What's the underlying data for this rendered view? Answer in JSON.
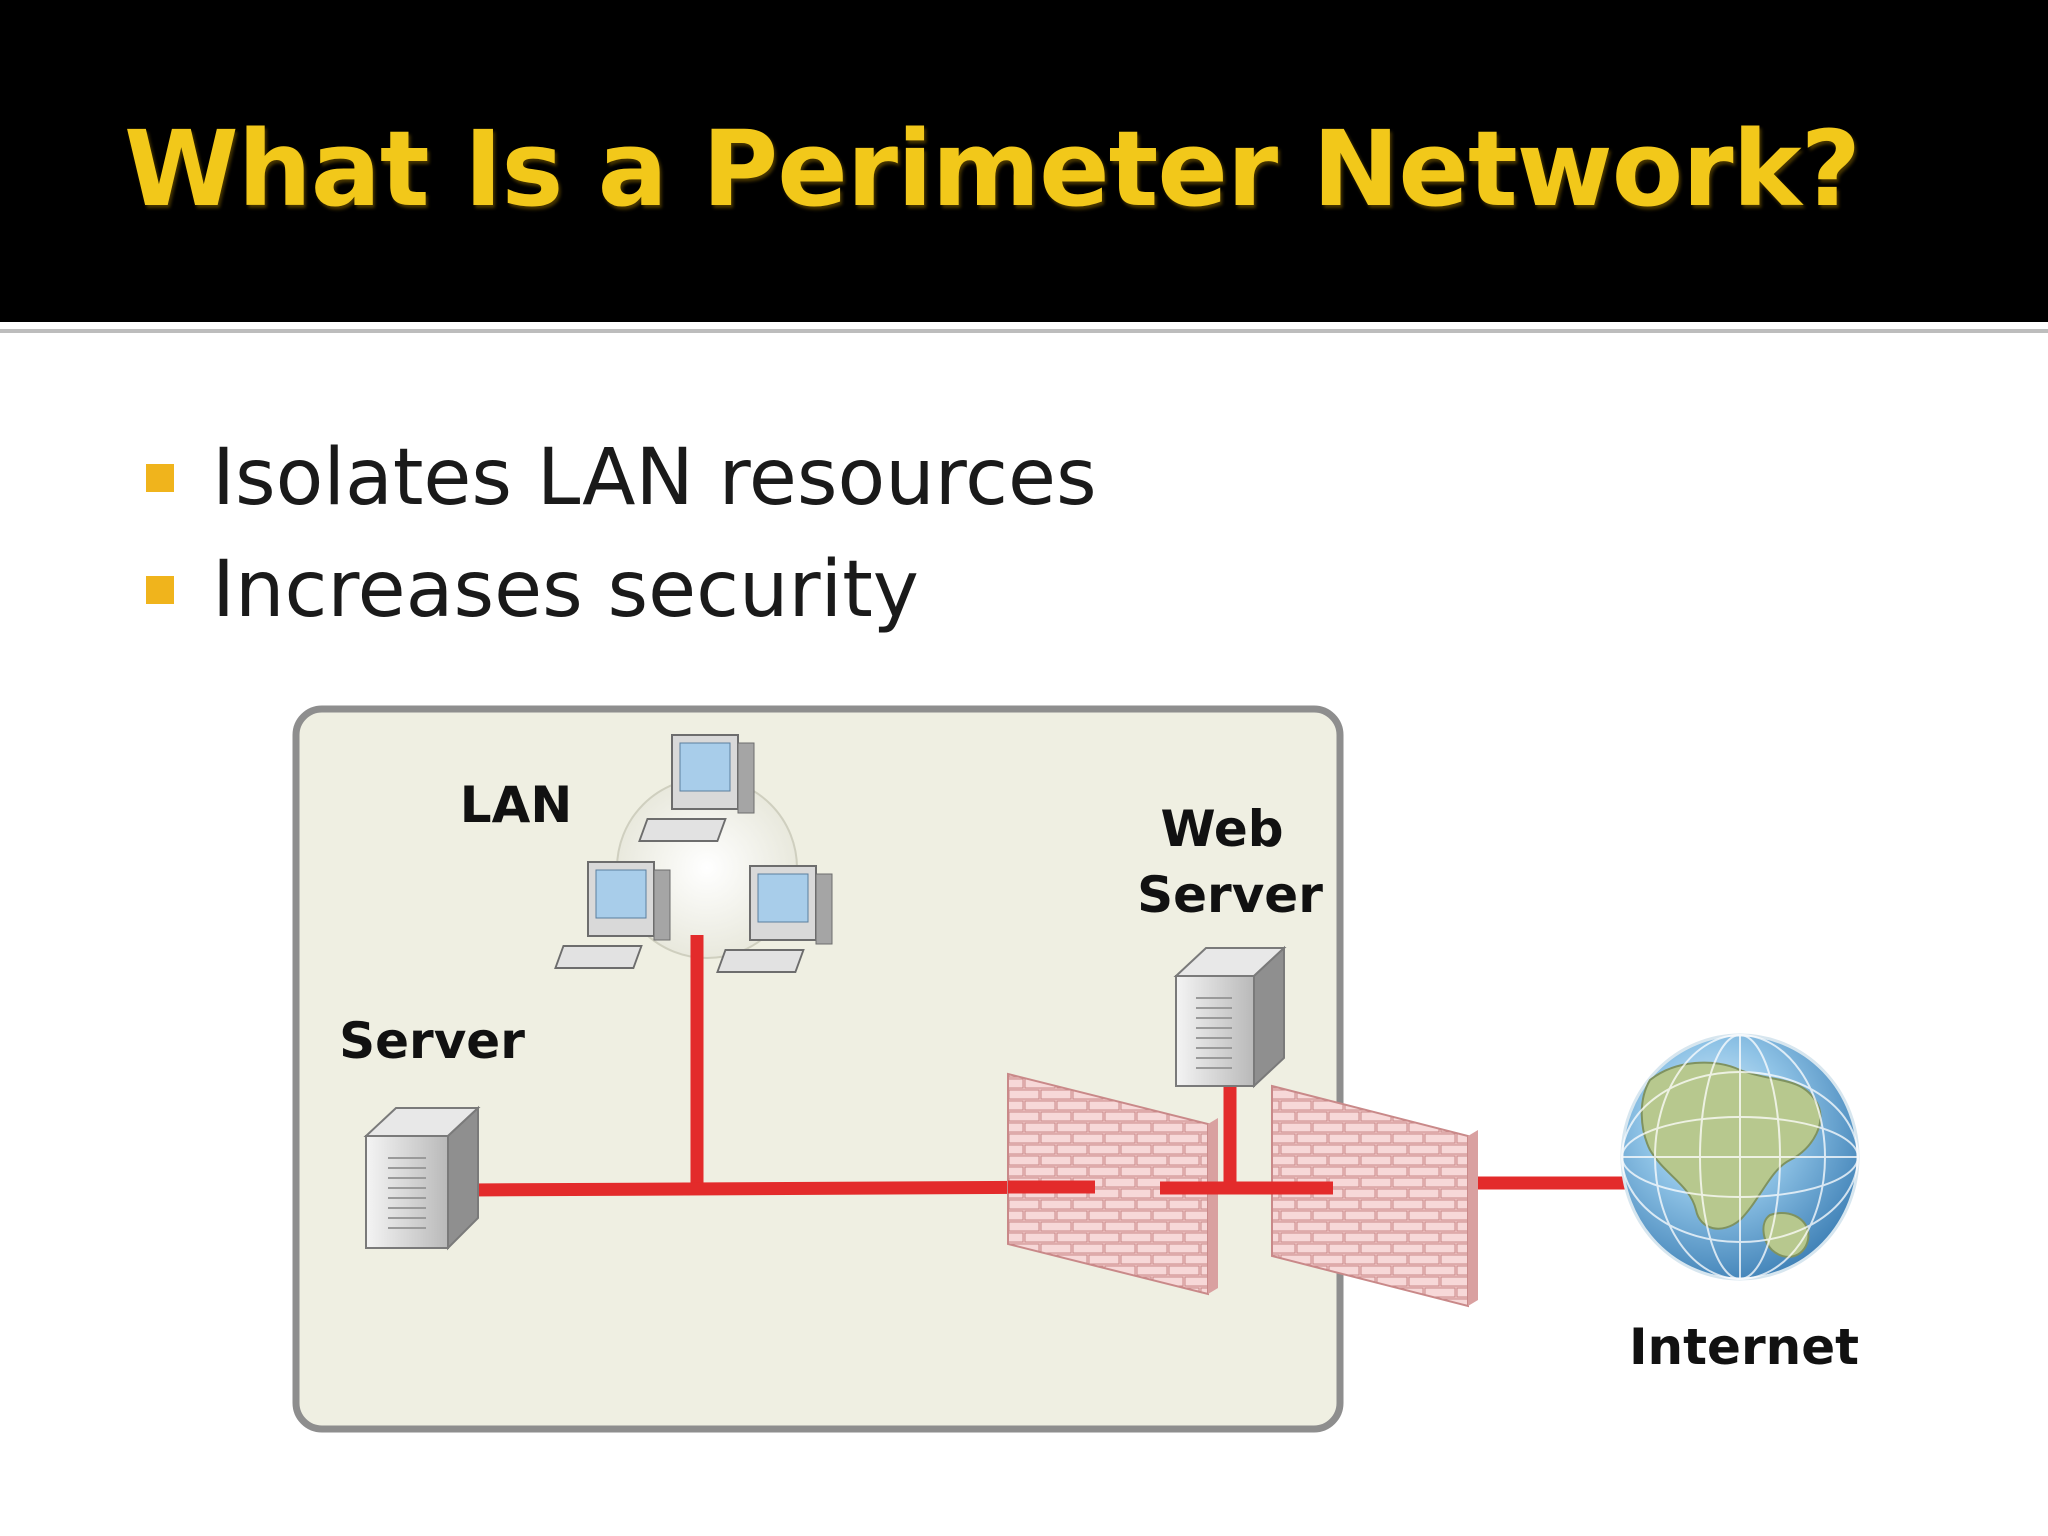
{
  "slide": {
    "title": "What Is a Perimeter Network?",
    "bullets": [
      "Isolates LAN resources",
      "Increases security"
    ],
    "accent_color": "#f2c81a",
    "bullet_color": "#f0b41c"
  },
  "diagram": {
    "labels": {
      "lan": "LAN",
      "web_server_line1": "Web",
      "web_server_line2": "Server",
      "server": "Server",
      "internet": "Internet"
    },
    "connection_color": "#e32b2b",
    "network_box_color": "#efefe2"
  }
}
